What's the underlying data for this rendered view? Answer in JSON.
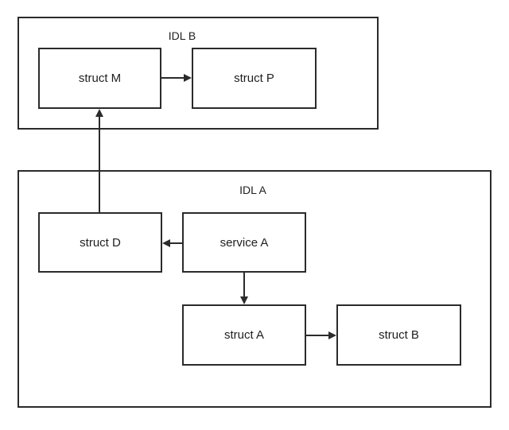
{
  "diagram": {
    "colors": {
      "stroke": "#2b2b2b",
      "text": "#1f1f1f",
      "background": "#ffffff"
    },
    "groups": [
      {
        "id": "idl-b",
        "label": "IDL B",
        "nodes": [
          {
            "id": "struct-m",
            "label": "struct M"
          },
          {
            "id": "struct-p",
            "label": "struct P"
          }
        ]
      },
      {
        "id": "idl-a",
        "label": "IDL A",
        "nodes": [
          {
            "id": "struct-d",
            "label": "struct D"
          },
          {
            "id": "service-a",
            "label": "service A"
          },
          {
            "id": "struct-a",
            "label": "struct A"
          },
          {
            "id": "struct-b",
            "label": "struct B"
          }
        ]
      }
    ],
    "edges": [
      {
        "from": "struct M",
        "to": "struct P",
        "direction": "right"
      },
      {
        "from": "struct D",
        "to": "struct M",
        "direction": "up"
      },
      {
        "from": "service A",
        "to": "struct D",
        "direction": "left"
      },
      {
        "from": "service A",
        "to": "struct A",
        "direction": "down"
      },
      {
        "from": "struct A",
        "to": "struct B",
        "direction": "right"
      }
    ]
  }
}
